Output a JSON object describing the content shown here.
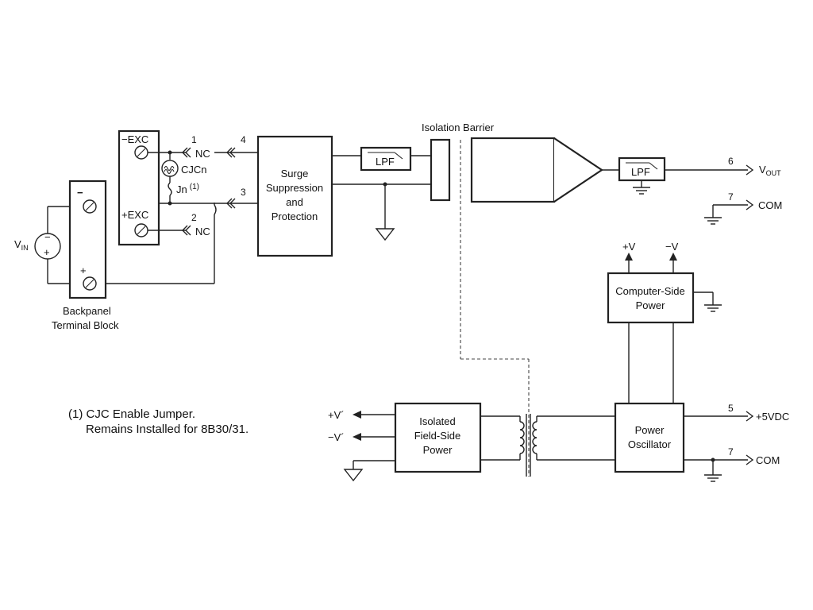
{
  "labels": {
    "vin": "V",
    "vin_sub": "IN",
    "minus": "−",
    "plus": "+",
    "backpanel_line1": "Backpanel",
    "backpanel_line2": "Terminal Block",
    "neg_exc": "−EXC",
    "pos_exc": "+EXC",
    "nc1": "NC",
    "nc2": "NC",
    "cjcn": "CJCn",
    "jn": "Jn",
    "jn_note": "(1)",
    "pin1": "1",
    "pin2": "2",
    "pin3": "3",
    "pin4": "4",
    "pin5": "5",
    "pin6": "6",
    "pin7a": "7",
    "pin7b": "7",
    "surge1": "Surge",
    "surge2": "Suppression",
    "surge3": "and",
    "surge4": "Protection",
    "lpf1": "LPF",
    "lpf2": "LPF",
    "isolation_barrier": "Isolation Barrier",
    "vout": "V",
    "vout_sub": "OUT",
    "com1": "COM",
    "com2": "COM",
    "plus_v": "+V",
    "minus_v": "−V",
    "comp_power1": "Computer-Side",
    "comp_power2": "Power",
    "osc1": "Power",
    "osc2": "Oscillator",
    "plus5vdc": "+5VDC",
    "iso1": "Isolated",
    "iso2": "Field-Side",
    "iso3": "Power",
    "vprime_plus": "+V´",
    "vprime_minus": "−V´",
    "note_line1": "(1) CJC Enable Jumper.",
    "note_line2": "Remains Installed for 8B30/31."
  }
}
